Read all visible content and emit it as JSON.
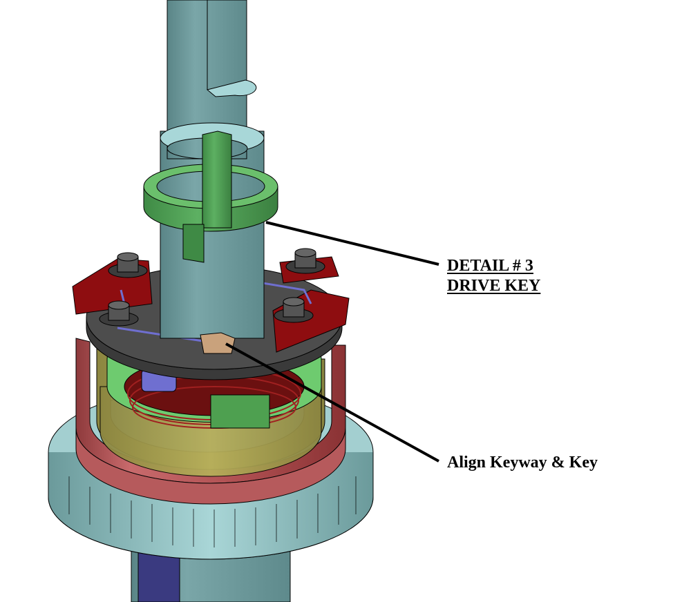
{
  "diagram": {
    "type": "cad-assembly-callout",
    "callouts": [
      {
        "id": "drive-key",
        "lines": [
          "DETAIL # 3",
          "DRIVE KEY"
        ],
        "underlined": true,
        "leader_from": [
          385,
          322
        ],
        "leader_to": [
          635,
          383
        ]
      },
      {
        "id": "align-keyway",
        "lines": [
          "Align Keyway & Key"
        ],
        "underlined": false,
        "leader_from": [
          327,
          498
        ],
        "leader_to": [
          635,
          668
        ]
      }
    ],
    "parts": [
      {
        "name": "shaft",
        "color": "#6e9a9c"
      },
      {
        "name": "drive-key-collar",
        "color": "#5fae5f"
      },
      {
        "name": "brake-plate",
        "color": "#4a4a4a"
      },
      {
        "name": "brake-shoes",
        "color": "#8e0d10"
      },
      {
        "name": "springs",
        "color": "#6f6fd0"
      },
      {
        "name": "key",
        "color": "#c9a27c"
      },
      {
        "name": "outer-housing",
        "color": "#b8585a"
      },
      {
        "name": "inner-cup",
        "color": "#a9a050"
      },
      {
        "name": "coil",
        "color": "#6b1010"
      },
      {
        "name": "gear",
        "color": "#93c2c3"
      }
    ]
  }
}
